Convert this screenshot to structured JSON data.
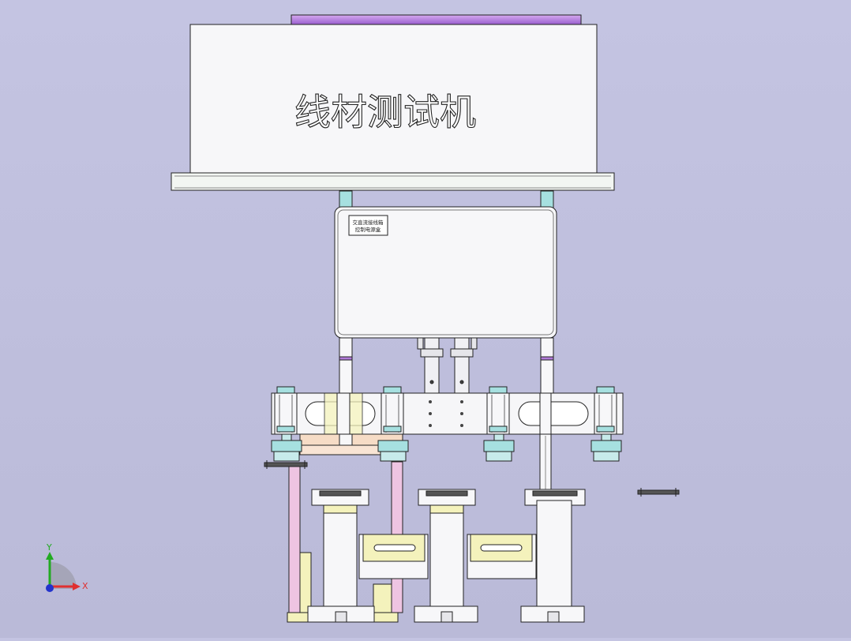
{
  "drawing": {
    "title": "线材测试机",
    "panel_label_line1": "交直流接线箱",
    "panel_label_line2": "控制电源盒"
  },
  "axes": {
    "x_label": "X",
    "y_label": "Y",
    "x_color": "#e03030",
    "y_color": "#22aa22",
    "z_color": "#2233cc"
  },
  "colors": {
    "background": "#c2c2e0",
    "line": "#222222",
    "housing": "#f7f7f9",
    "purple_strip": "#b07ad8",
    "teal": "#a6e0e0",
    "pink": "#eec4e2",
    "yellow": "#f4f2bc",
    "peach": "#f6dcc6"
  }
}
